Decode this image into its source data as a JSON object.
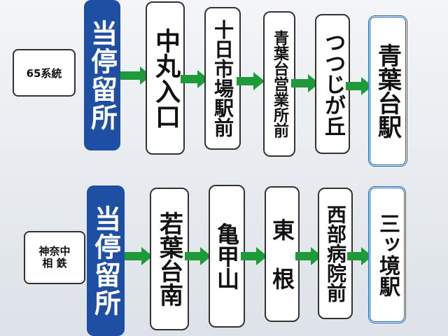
{
  "route1": {
    "label": "65系統",
    "stop_here": "当停留所",
    "stops": [
      "中丸入口",
      "十日市場駅前",
      "青葉台営業所前",
      "つつじが丘",
      "青葉台駅"
    ]
  },
  "route2": {
    "label_line1": "神奈中",
    "label_line2": "相 鉄",
    "stop_here": "当停留所",
    "stops": [
      "若葉台南",
      "亀甲山",
      "東 根",
      "西部病院前",
      "三ッ境駅"
    ]
  },
  "colors": {
    "stop_here_bg": "#1f4fa3",
    "arrow": "#1f9a3a",
    "final_stop_border": "#1a5fb4"
  }
}
